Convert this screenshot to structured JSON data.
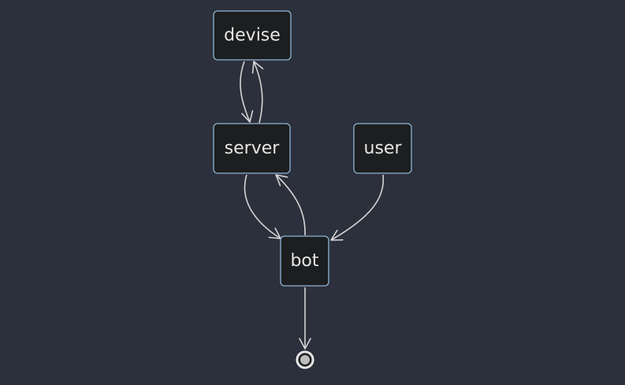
{
  "diagram": {
    "type": "state-diagram",
    "nodes": [
      {
        "id": "devise",
        "label": "devise"
      },
      {
        "id": "server",
        "label": "server"
      },
      {
        "id": "user",
        "label": "user"
      },
      {
        "id": "bot",
        "label": "bot"
      }
    ],
    "edges": [
      {
        "from": "devise",
        "to": "server"
      },
      {
        "from": "server",
        "to": "devise"
      },
      {
        "from": "server",
        "to": "bot"
      },
      {
        "from": "bot",
        "to": "server"
      },
      {
        "from": "user",
        "to": "bot"
      },
      {
        "from": "bot",
        "to": "end"
      }
    ],
    "end_state": {
      "id": "end",
      "kind": "final-state"
    }
  },
  "colors": {
    "background": "#2c303c",
    "node_fill": "#1c1e1f",
    "node_border": "#8eb4d6",
    "edge": "#d4d4d4",
    "label": "#e6e6e6"
  }
}
